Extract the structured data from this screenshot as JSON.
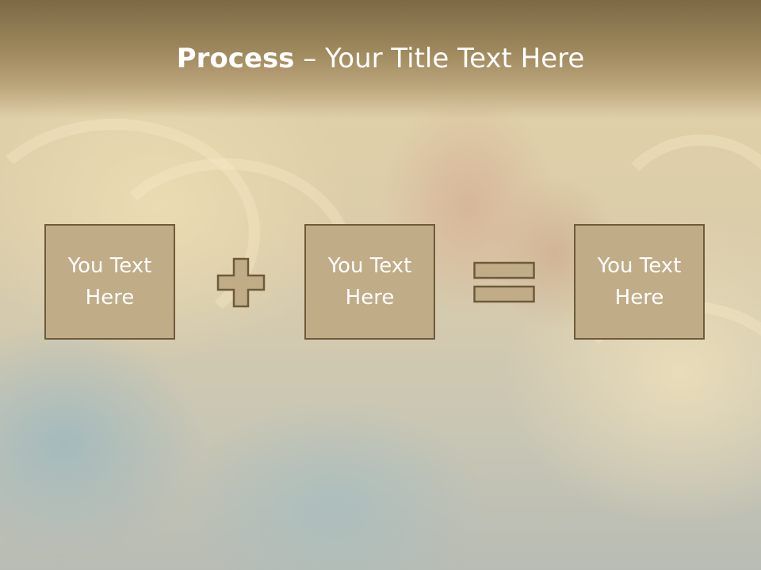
{
  "slide": {
    "title_strong": "Process",
    "title_rest": " – Your Title Text Here"
  },
  "boxes": [
    {
      "label": "You Text Here"
    },
    {
      "label": "You Text Here"
    },
    {
      "label": "You Text Here"
    }
  ],
  "operators": [
    "plus-icon",
    "equals-icon"
  ],
  "colors": {
    "header": "#a08a5e",
    "box_fill": "#c0ac86",
    "box_border": "#6e5b3a",
    "text": "#ffffff"
  }
}
